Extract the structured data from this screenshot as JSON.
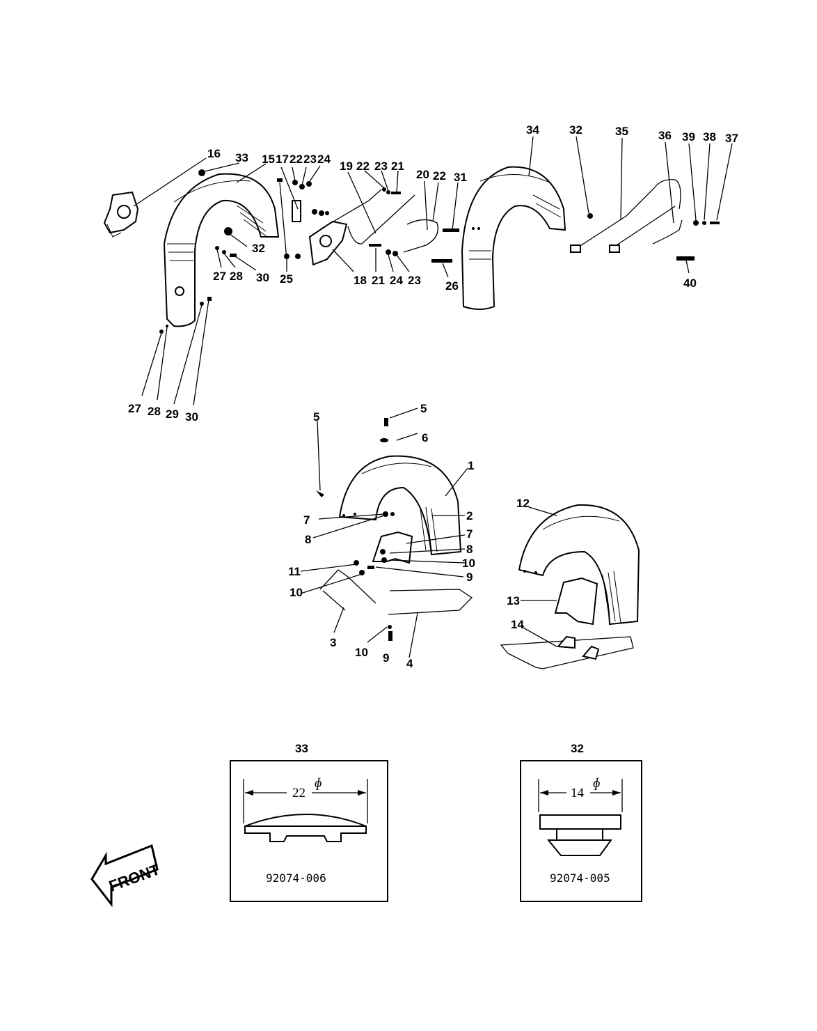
{
  "callouts": {
    "c16": "16",
    "c33": "33",
    "c15": "15",
    "c17": "17",
    "c22a": "22",
    "c23a": "23",
    "c24a": "24",
    "c19": "19",
    "c22b": "22",
    "c23b": "23",
    "c21a": "21",
    "c20": "20",
    "c22c": "22",
    "c31": "31",
    "c32a": "32",
    "c27a": "27",
    "c28a": "28",
    "c30a": "30",
    "c25": "25",
    "c18": "18",
    "c21b": "21",
    "c24b": "24",
    "c23c": "23",
    "c26": "26",
    "c27b": "27",
    "c28b": "28",
    "c29": "29",
    "c30b": "30",
    "c34": "34",
    "c32b": "32",
    "c35": "35",
    "c36": "36",
    "c39": "39",
    "c38": "38",
    "c37": "37",
    "c40": "40",
    "c5a": "5",
    "c5b": "5",
    "c6": "6",
    "c1": "1",
    "c7a": "7",
    "c2": "2",
    "c8a": "8",
    "c7b": "7",
    "c8b": "8",
    "c10a": "10",
    "c11": "11",
    "c9a": "9",
    "c10b": "10",
    "c3": "3",
    "c10c": "10",
    "c9b": "9",
    "c4": "4",
    "c12": "12",
    "c13": "13",
    "c14": "14"
  },
  "detail_left": {
    "ref": "33",
    "dimension": "22",
    "part_number": "92074-006"
  },
  "detail_right": {
    "ref": "32",
    "dimension": "14",
    "part_number": "92074-005"
  },
  "front_label": "FRONT",
  "icons": {
    "direction": "front-arrow-icon"
  }
}
